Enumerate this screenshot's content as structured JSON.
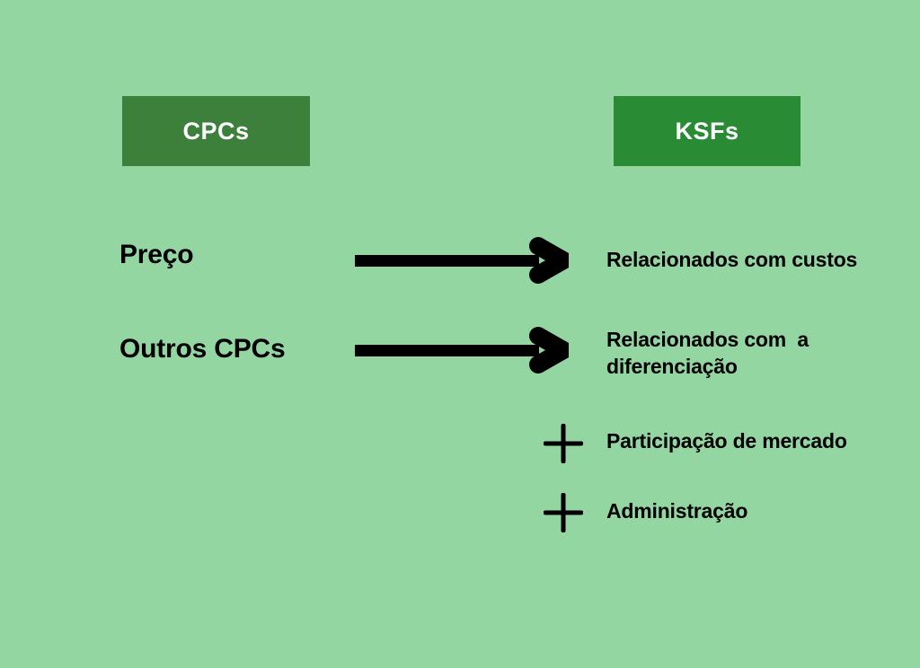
{
  "diagram": {
    "background_color": "#93d6a2",
    "columns": [
      {
        "id": "cpcs",
        "header": "CPCs",
        "header_bg": "#3c803c",
        "header_text_color": "#ffffff",
        "items": [
          {
            "label": "Preço"
          },
          {
            "label": "Outros CPCs"
          }
        ]
      },
      {
        "id": "ksfs",
        "header": "KSFs",
        "header_bg": "#2a8b35",
        "header_text_color": "#ffffff",
        "items": [
          {
            "label": "Relacionados com custos",
            "marker": "none"
          },
          {
            "label": "Relacionados com  a\ndiferenciação",
            "marker": "none"
          },
          {
            "label": "Participação de mercado",
            "marker": "plus"
          },
          {
            "label": "Administração",
            "marker": "plus"
          }
        ]
      }
    ],
    "connectors": [
      {
        "id": "arrow-preco-to-custos",
        "icon": "arrow-right-icon",
        "color": "#000000"
      },
      {
        "id": "arrow-outros-to-diferenciacao",
        "icon": "arrow-right-icon",
        "color": "#000000"
      }
    ],
    "markers": [
      {
        "id": "plus-participacao",
        "icon": "plus-icon",
        "color": "#000000"
      },
      {
        "id": "plus-administracao",
        "icon": "plus-icon",
        "color": "#000000"
      }
    ]
  }
}
